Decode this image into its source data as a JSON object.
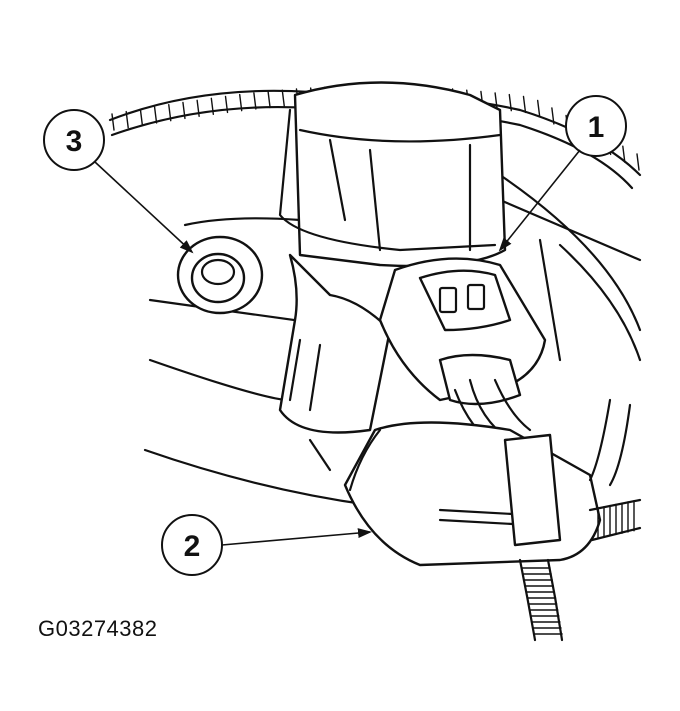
{
  "figure": {
    "id": "G03274382",
    "callouts": [
      {
        "number": "1",
        "target": "connector"
      },
      {
        "number": "2",
        "target": "harness-connector"
      },
      {
        "number": "3",
        "target": "bolt"
      }
    ]
  },
  "colors": {
    "ink": "#111111",
    "paper": "#ffffff"
  }
}
